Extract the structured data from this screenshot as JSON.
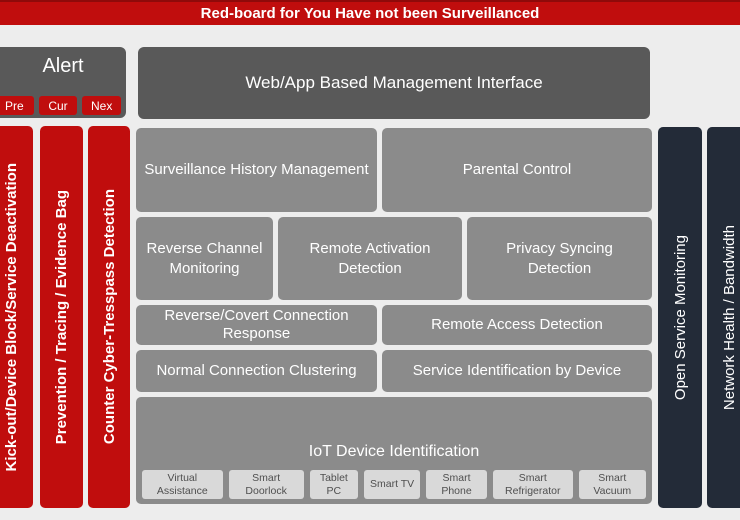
{
  "banner": {
    "title": "Red-board for You Have not been Surveillanced"
  },
  "alert": {
    "title": "Alert",
    "buttons": [
      {
        "label": "Pre"
      },
      {
        "label": "Cur"
      },
      {
        "label": "Nex"
      }
    ]
  },
  "management_interface": {
    "label": "Web/App Based Management Interface"
  },
  "left_columns": [
    {
      "label": "Kick-out/Device Block/Service Deactivation"
    },
    {
      "label": "Prevention / Tracing / Evidence Bag"
    },
    {
      "label": "Counter Cyber-Tresspass Detection"
    }
  ],
  "right_columns": [
    {
      "label": "Open Service Monitoring"
    },
    {
      "label": "Network Health / Bandwidth"
    }
  ],
  "modules": {
    "surveillance_history": "Surveillance History Management",
    "parental_control": "Parental Control",
    "reverse_channel": "Reverse Channel Monitoring",
    "remote_activation": "Remote Activation Detection",
    "privacy_syncing": "Privacy Syncing Detection",
    "reverse_covert": "Reverse/Covert Connection Response",
    "remote_access": "Remote Access Detection",
    "normal_clustering": "Normal Connection Clustering",
    "service_identification": "Service Identification by Device"
  },
  "iot": {
    "title": "IoT Device Identification",
    "devices": [
      {
        "label": "Virtual Assistance"
      },
      {
        "label": "Smart Doorlock"
      },
      {
        "label": "Tablet PC"
      },
      {
        "label": "Smart TV"
      },
      {
        "label": "Smart Phone"
      },
      {
        "label": "Smart Refrigerator"
      },
      {
        "label": "Smart Vacuum"
      }
    ]
  },
  "colors": {
    "red": "#c00d0d",
    "dark_red_line": "#8f0a0a",
    "dark_gray": "#595959",
    "medium_gray": "#8b8b8b",
    "navy": "#232b38",
    "device_chip": "#d9d9d9",
    "page_background": "#ededed"
  }
}
